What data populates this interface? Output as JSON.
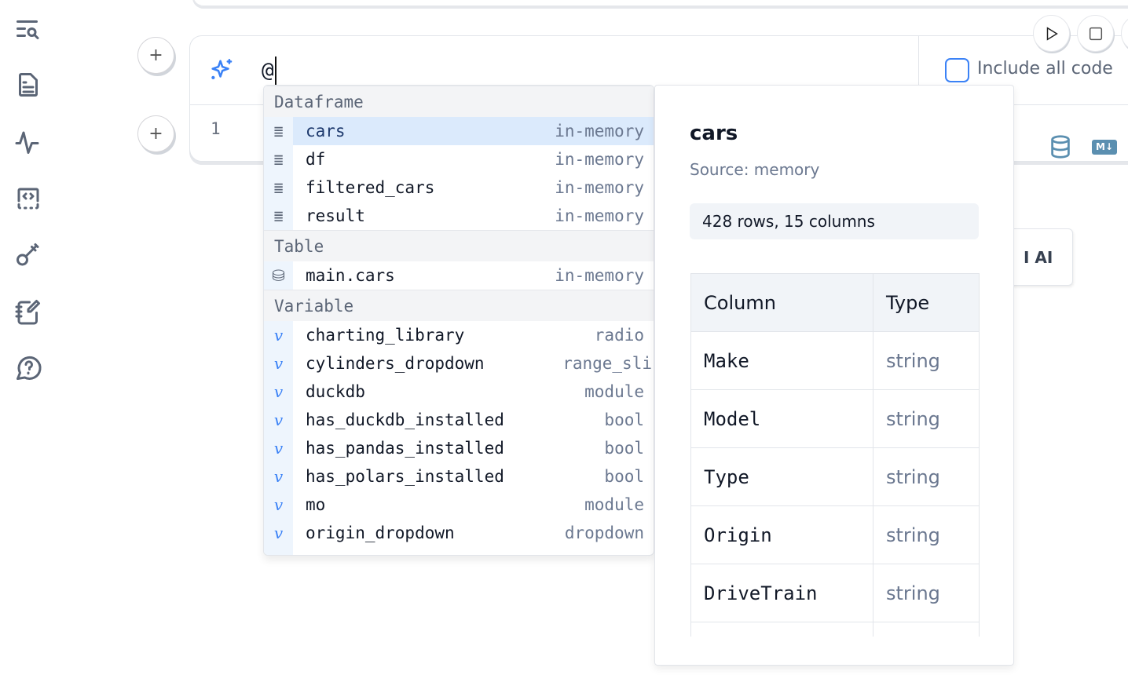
{
  "sidebar": {
    "items": [
      {
        "icon": "outline-search-icon"
      },
      {
        "icon": "document-icon"
      },
      {
        "icon": "activity-icon"
      },
      {
        "icon": "code-snippet-icon"
      },
      {
        "icon": "key-icon"
      },
      {
        "icon": "notebook-pen-icon"
      },
      {
        "icon": "help-bubble-icon"
      }
    ]
  },
  "cell": {
    "add_label": "+",
    "prompt_value": "@",
    "line_number": "1",
    "include_all_code": "Include all code",
    "include_all_code_checked": false,
    "ai_button_label": "I AI",
    "markdown_badge": "M↓"
  },
  "autocomplete": {
    "sections": [
      {
        "title": "Dataframe",
        "items": [
          {
            "name": "cars",
            "type": "in-memory",
            "selected": true
          },
          {
            "name": "df",
            "type": "in-memory"
          },
          {
            "name": "filtered_cars",
            "type": "in-memory"
          },
          {
            "name": "result",
            "type": "in-memory"
          }
        ]
      },
      {
        "title": "Table",
        "items": [
          {
            "name": "main.cars",
            "type": "in-memory"
          }
        ]
      },
      {
        "title": "Variable",
        "items": [
          {
            "name": "charting_library",
            "type": "radio"
          },
          {
            "name": "cylinders_dropdown",
            "type": "range_sli"
          },
          {
            "name": "duckdb",
            "type": "module"
          },
          {
            "name": "has_duckdb_installed",
            "type": "bool"
          },
          {
            "name": "has_pandas_installed",
            "type": "bool"
          },
          {
            "name": "has_polars_installed",
            "type": "bool"
          },
          {
            "name": "mo",
            "type": "module"
          },
          {
            "name": "origin_dropdown",
            "type": "dropdown"
          }
        ]
      }
    ]
  },
  "detail": {
    "name": "cars",
    "source": "Source: memory",
    "summary": "428 rows, 15 columns",
    "headers": [
      "Column",
      "Type"
    ],
    "rows": [
      [
        "Make",
        "string"
      ],
      [
        "Model",
        "string"
      ],
      [
        "Type",
        "string"
      ],
      [
        "Origin",
        "string"
      ],
      [
        "DriveTrain",
        "string"
      ]
    ]
  },
  "colors": {
    "accent": "#3b82f6",
    "icon": "#5b6576",
    "selection": "#dbeafc"
  }
}
